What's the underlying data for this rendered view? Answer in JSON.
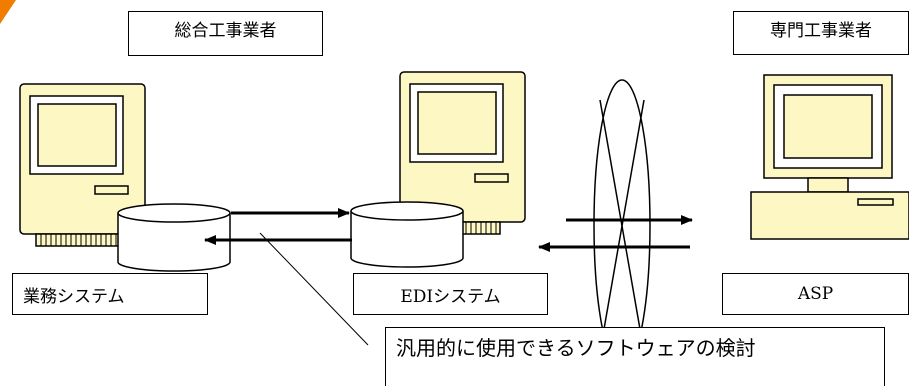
{
  "labels": {
    "general_contractor": "総合工事業者",
    "specialist_contractor": "専門工事業者",
    "business_system": "業務システム",
    "edi_system": "EDIシステム",
    "asp": "ASP",
    "note": "汎用的に使用できるソフトウェアの検討"
  },
  "colors": {
    "computer_body": "#fdf7c3",
    "screen": "#ffffff",
    "outline": "#000000",
    "corner_accent": "#f07d00"
  },
  "icons": [
    "computer-icon",
    "database-icon",
    "desktop-pc-icon",
    "network-link-icon",
    "arrow-icon"
  ]
}
